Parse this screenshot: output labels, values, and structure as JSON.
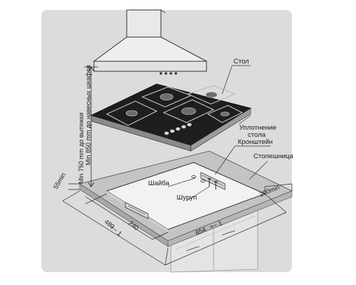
{
  "labels": {
    "stol": "Стол",
    "seal_line1": "Уплотнение",
    "seal_line2": "стола",
    "bracket": "Кронштейн",
    "countertop": "Столешница",
    "washer": "Шайба",
    "screw": "Шуруп"
  },
  "dimensions": {
    "hood_min": "Min 750 mm до вытяжки",
    "cabinet_min": "Min 850 mm до навесных шкафов",
    "edge_front": "55min",
    "edge_side": "200min",
    "depth": "480",
    "depth_tol": "+− 1",
    "inner": "240",
    "width": "654",
    "width_tol": "+− 1"
  },
  "colors": {
    "background": "#ffffff",
    "wall": "#dcdcdc",
    "countertop": "#c4c4c4",
    "cabinet": "#e4e4e4",
    "hob_glass": "#1e1e1e",
    "hood": "#e9e9e9",
    "line": "#222222"
  }
}
